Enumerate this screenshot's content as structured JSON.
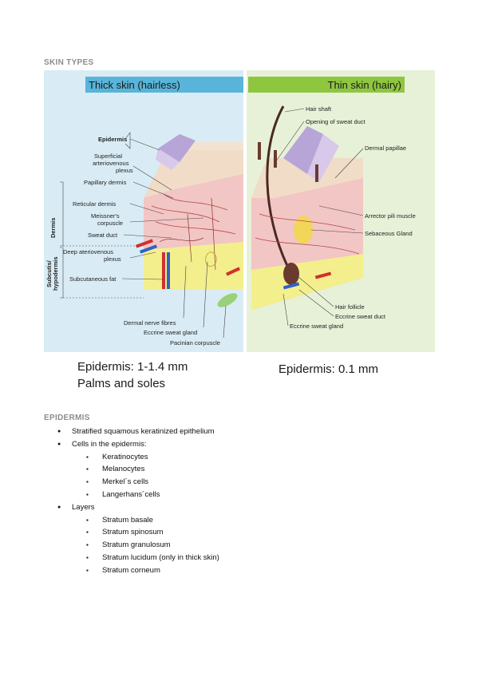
{
  "section1": {
    "heading": "SKIN TYPES"
  },
  "figure": {
    "thick_title": "Thick skin (hairless)",
    "thin_title": "Thin skin (hairy)",
    "thick_labels": {
      "epidermis": "Epidermis",
      "superficial": [
        "Superficial",
        "arteriovenous",
        "plexus"
      ],
      "papillary": "Papillary dermis",
      "reticular": "Reticular dermis",
      "meissner": [
        "Meissner's",
        "corpuscle"
      ],
      "sweat_duct": "Sweat duct",
      "deep": [
        "Deep ateriovenous",
        "plexus"
      ],
      "subcut_fat": "Subcutaneous fat",
      "dermis": "Dermis",
      "subcutis": [
        "Subcutis/",
        "hypodermis"
      ],
      "nerve": "Dermal nerve fibres",
      "eccrine": "Eccrine sweat gland",
      "pacinian": "Pacinian corpuscle"
    },
    "thin_labels": {
      "hair_shaft": "Hair shaft",
      "opening": "Opening of sweat duct",
      "papillae": "Dermal papillae",
      "arrector": "Arrector pili muscle",
      "sebaceous": "Sebaceous Gland",
      "follicle": "Hair follicle",
      "eccrine_duct": "Eccrine sweat duct",
      "eccrine_gland": "Eccrine sweat gland"
    },
    "colors": {
      "thick_bg": "#d9ecf5",
      "thin_bg": "#e6f1d8",
      "thick_title_bar": "#59b4d9",
      "thin_title_bar": "#8ec63f"
    }
  },
  "captions": {
    "thick_line1": "Epidermis: 1-1.4 mm",
    "thick_line2": "Palms and soles",
    "thin_line1": "Epidermis: 0.1 mm"
  },
  "section2": {
    "heading": "EPIDERMIS",
    "item1": "Stratified squamous keratinized epithelium",
    "item2": "Cells in the epidermis:",
    "cells": [
      "Keratinocytes",
      "Melanocytes",
      "Merkel´s cells",
      "Langerhans´cells"
    ],
    "item3": "Layers",
    "layers": [
      "Stratum basale",
      "Stratum spinosum",
      "Stratum granulosum",
      "Stratum lucidum (only in thick skin)",
      "Stratum corneum"
    ]
  }
}
